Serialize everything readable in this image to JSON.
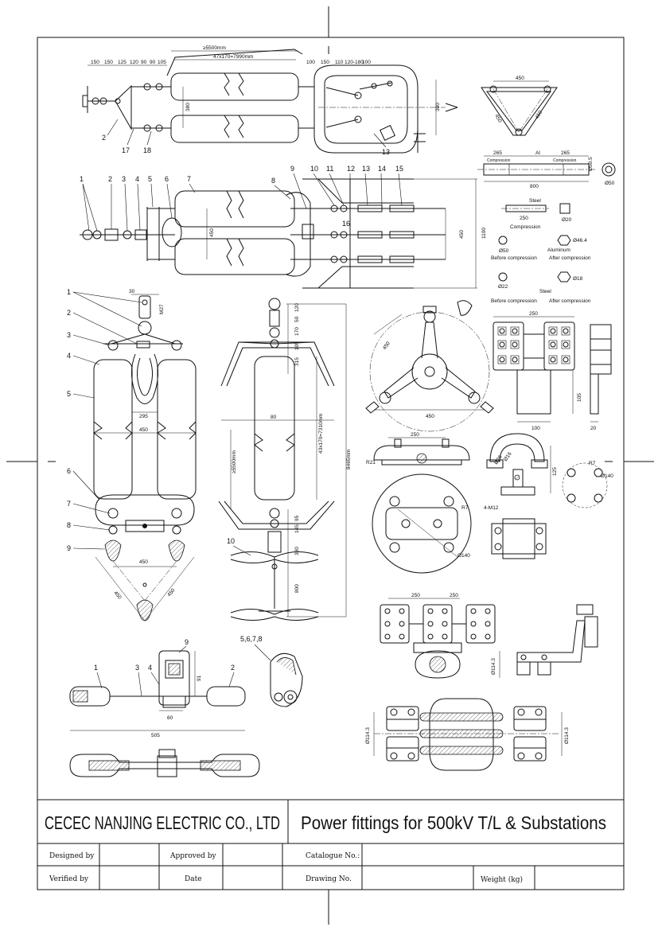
{
  "title_block": {
    "company": "CECEC NANJING ELECTRIC CO., LTD",
    "product": "Power fittings for 500kV T/L & Substations",
    "designed_by": "Designed by",
    "approved_by": "Approved by",
    "catalogue_no": "Catalogue No.:",
    "verified_by": "Verified by",
    "date": "Date",
    "drawing_no": "Drawing No.",
    "weight": "Weight (kg)"
  },
  "drawings": {
    "top_string": {
      "dims_top": [
        "150",
        "150",
        "125",
        "120",
        "90",
        "90",
        "105"
      ],
      "span": "≥5500mm",
      "insulator_count": "47x170=7990mm",
      "dims_right": [
        "100",
        "150",
        "110",
        "120-180",
        "100"
      ],
      "height_left": "380",
      "height_right": "380",
      "callouts": [
        "2",
        "17",
        "18",
        "13"
      ]
    },
    "plan_string": {
      "callouts": [
        "1",
        "2",
        "3",
        "4",
        "5",
        "6",
        "7",
        "8",
        "9",
        "10",
        "11",
        "12",
        "13",
        "14",
        "15",
        "16"
      ],
      "width_inner": "450",
      "width_outer": "1100"
    },
    "yoke_triangle": {
      "width": "450",
      "side_left": "450",
      "side_right": "450"
    },
    "compression_joint": {
      "dims": [
        "265",
        "265",
        "800",
        "Ø50.5",
        "Ø50"
      ],
      "labels": [
        "Compression",
        "Compression",
        "Al"
      ]
    },
    "steel_sleeve": {
      "labels": [
        "Steel",
        "Compression",
        "Aluminum",
        "Before compression",
        "After compression",
        "Steel",
        "Before compression",
        "After compression"
      ],
      "dims": [
        "250",
        "Ø20",
        "Ø50",
        "Ø46.4",
        "Ø22",
        "Ø18"
      ]
    },
    "v_string": {
      "callouts": [
        "1",
        "2",
        "3",
        "4",
        "5",
        "6",
        "7",
        "8",
        "9"
      ],
      "dims": [
        "30",
        "M27",
        "295",
        "450",
        "450",
        "450",
        "450"
      ]
    },
    "single_string": {
      "dims": [
        "120",
        "50",
        "170",
        "105",
        "315",
        "800",
        "80",
        "95",
        "145",
        "380"
      ],
      "span": "≥5500mm",
      "insulator_count": "43x170=7310mm",
      "total": "8465mm",
      "callouts": [
        "10"
      ]
    },
    "triple_spacer": {
      "radius": "450",
      "width": "450"
    },
    "bus_clamp": {
      "dims": [
        "250",
        "105",
        "100",
        "20"
      ]
    },
    "support_clamp": {
      "dims": [
        "250",
        "R21",
        "R7",
        "Ø140"
      ]
    },
    "tube_clamp": {
      "dims": [
        "Ø26",
        "Ø16",
        "125",
        "4-M12",
        "R7",
        "Ø140"
      ]
    },
    "tee_clamp": {
      "dims": [
        "250",
        "250",
        "Ø114.3"
      ]
    },
    "damper": {
      "callouts": [
        "1",
        "3",
        "4",
        "9",
        "2",
        "5,6,7,8"
      ],
      "dims": [
        "91",
        "60",
        "505"
      ]
    },
    "expansion_clamp": {
      "dims": [
        "Ø114.3",
        "Ø114.3"
      ]
    }
  }
}
